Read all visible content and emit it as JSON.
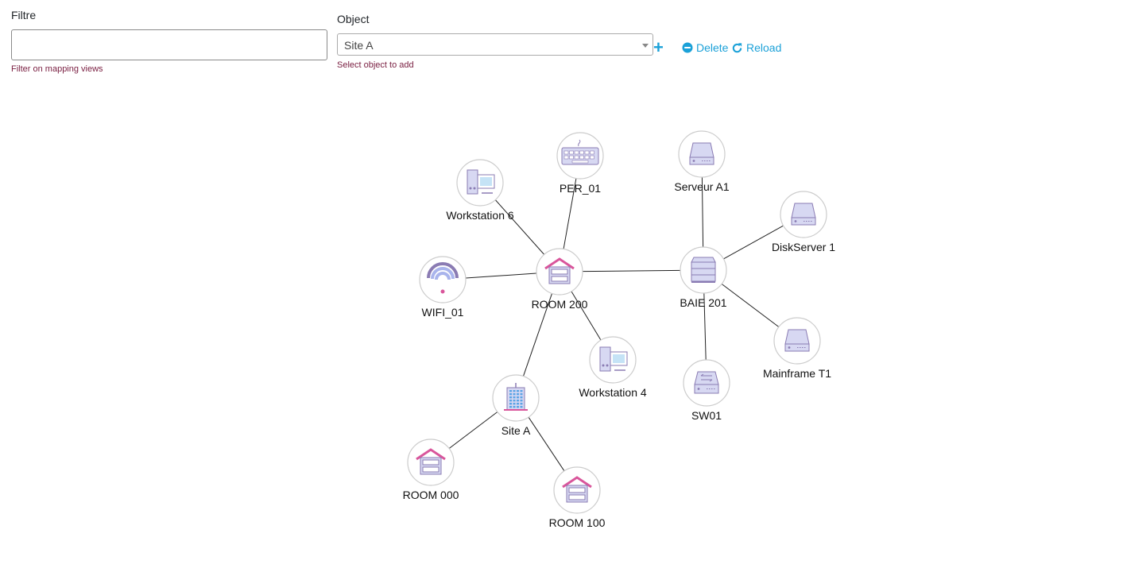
{
  "filter": {
    "label": "Filtre",
    "value": "",
    "help": "Filter on mapping views"
  },
  "object": {
    "label": "Object",
    "selected": "Site A",
    "help": "Select object to add"
  },
  "toolbar": {
    "add_icon": "plus-icon",
    "delete_label": "Delete",
    "reload_label": "Reload"
  },
  "colors": {
    "accent": "#1ba1d8",
    "help_text": "#7b2143",
    "node_border": "#cccccc",
    "icon_purple": "#8a7bb3",
    "icon_fill": "#d7d8f2",
    "icon_pink": "#d9559b"
  },
  "graph": {
    "nodes": [
      {
        "id": "site-a",
        "label": "Site A",
        "icon": "building-icon"
      },
      {
        "id": "room-200",
        "label": "ROOM 200",
        "icon": "room-icon"
      },
      {
        "id": "room-000",
        "label": "ROOM 000",
        "icon": "room-icon"
      },
      {
        "id": "room-100",
        "label": "ROOM 100",
        "icon": "room-icon"
      },
      {
        "id": "workstation-6",
        "label": "Workstation 6",
        "icon": "workstation-icon"
      },
      {
        "id": "per-01",
        "label": "PER_01",
        "icon": "keyboard-icon"
      },
      {
        "id": "wifi-01",
        "label": "WIFI_01",
        "icon": "wifi-icon"
      },
      {
        "id": "workstation-4",
        "label": "Workstation 4",
        "icon": "workstation-icon"
      },
      {
        "id": "baie-201",
        "label": "BAIE 201",
        "icon": "rack-icon"
      },
      {
        "id": "serveur-a1",
        "label": "Serveur A1",
        "icon": "server-icon"
      },
      {
        "id": "diskserver-1",
        "label": "DiskServer 1",
        "icon": "server-icon"
      },
      {
        "id": "mainframe-t1",
        "label": "Mainframe T1",
        "icon": "server-icon"
      },
      {
        "id": "sw01",
        "label": "SW01",
        "icon": "switch-icon"
      }
    ],
    "edges": [
      [
        "site-a",
        "room-200"
      ],
      [
        "site-a",
        "room-000"
      ],
      [
        "site-a",
        "room-100"
      ],
      [
        "room-200",
        "workstation-6"
      ],
      [
        "room-200",
        "per-01"
      ],
      [
        "room-200",
        "wifi-01"
      ],
      [
        "room-200",
        "workstation-4"
      ],
      [
        "room-200",
        "baie-201"
      ],
      [
        "baie-201",
        "serveur-a1"
      ],
      [
        "baie-201",
        "diskserver-1"
      ],
      [
        "baie-201",
        "mainframe-t1"
      ],
      [
        "baie-201",
        "sw01"
      ]
    ]
  }
}
